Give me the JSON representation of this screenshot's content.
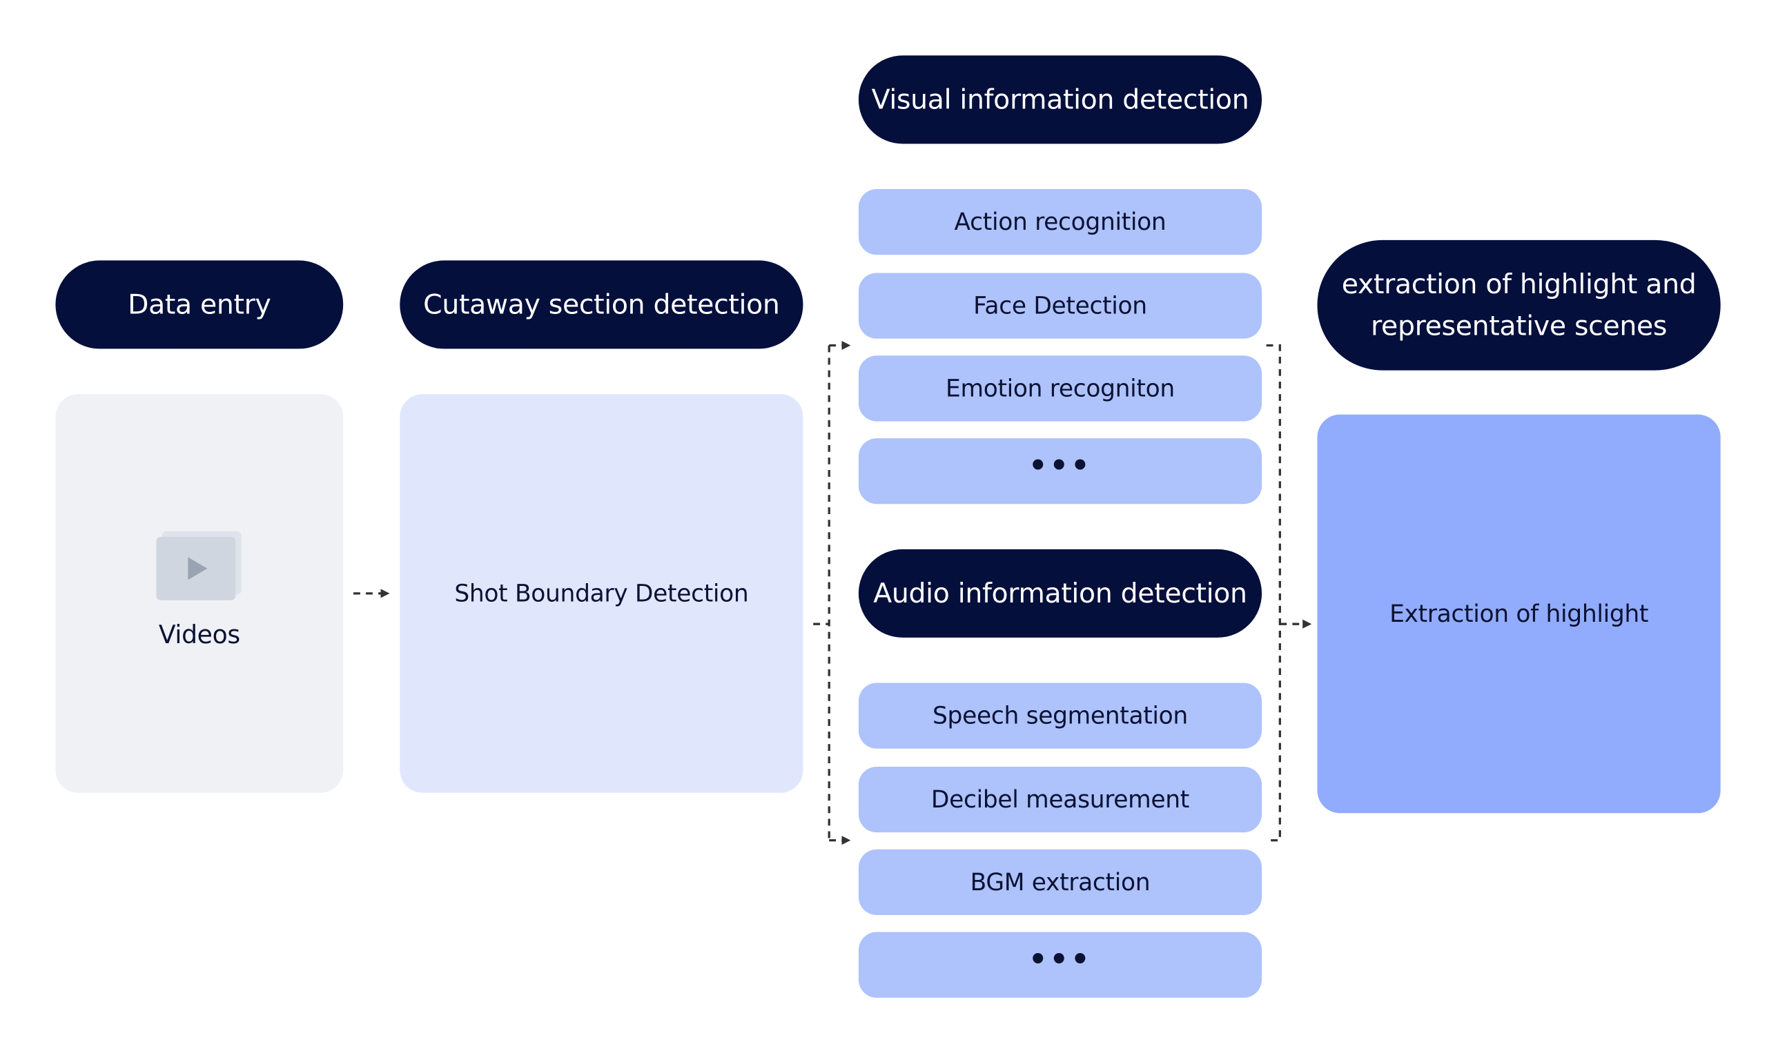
{
  "nodes": {
    "data_entry": "Data entry",
    "cutaway": "Cutaway section detection",
    "visual": "Visual information detection",
    "audio": "Audio information detection",
    "highlight_header": "extraction of highlight and\nrepresentative scenes"
  },
  "panels": {
    "videos": "Videos",
    "shot_boundary": "Shot Boundary Detection",
    "extraction": "Extraction of highlight"
  },
  "visual_items": [
    "Action recognition",
    "Face Detection",
    "Emotion recogniton",
    "•••"
  ],
  "audio_items": [
    "Speech segmentation",
    "Decibel measurement",
    "BGM extraction",
    "•••"
  ],
  "colors": {
    "dark_node": "#050f3c",
    "light_item": "#aec2fc",
    "videos_panel": "#eff1f5",
    "shot_panel": "#e0e7fd",
    "extraction_panel": "#91acfd",
    "connector": "#333333"
  },
  "icons": {
    "video": "video-play-icon"
  }
}
